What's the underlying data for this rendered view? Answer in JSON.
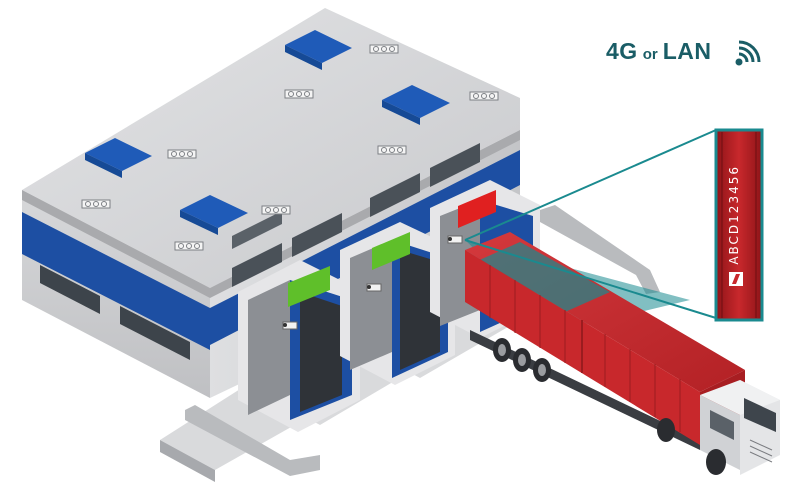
{
  "connectivity": {
    "primary": "4G",
    "conjunction": "or",
    "secondary": "LAN",
    "icon": "wifi-signal-icon"
  },
  "container_zoom": {
    "container_code": "ABCD123456",
    "badge_icon": "container-id-badge-icon"
  },
  "dock_doors": [
    {
      "signal": "green"
    },
    {
      "signal": "green"
    },
    {
      "signal": "red"
    }
  ],
  "colors": {
    "building_blue": "#1d4fa3",
    "skylight_blue": "#1f5bb8",
    "container_red": "#c8282c",
    "signal_green": "#5fbf2a",
    "signal_red": "#e02020",
    "teal": "#1a8a8f",
    "label_dark_teal": "#1a5d66"
  }
}
